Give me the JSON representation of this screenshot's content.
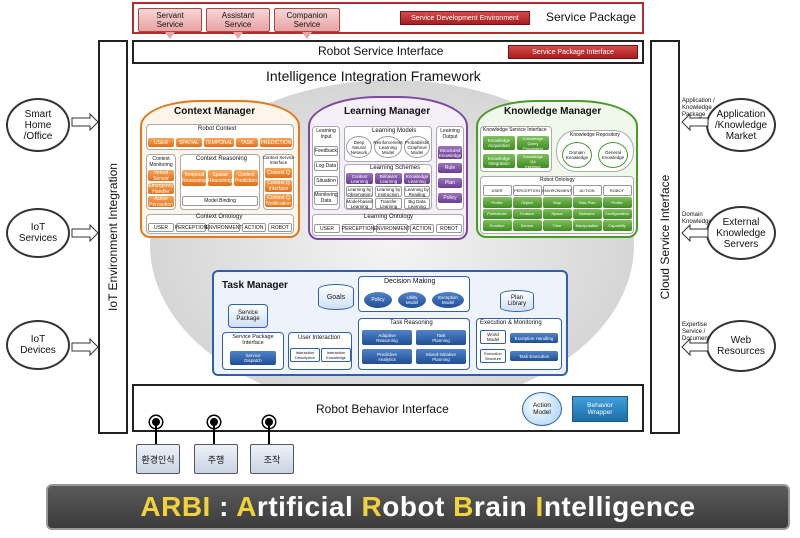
{
  "service_package": {
    "title": "Service Package",
    "buttons": [
      "Servant\nService",
      "Assistant\nService",
      "Companion\nService"
    ],
    "env_label": "Service Development Environment"
  },
  "robot_service_interface": {
    "title": "Robot Service Interface",
    "pkg_interface_label": "Service Package Interface"
  },
  "side_bars": {
    "left": "IoT Environment Integration",
    "right": "Cloud Service Interface"
  },
  "left_clouds": [
    "Smart\nHome\n/Office",
    "IoT\nServices",
    "IoT\nDevices"
  ],
  "right_clouds": [
    {
      "label": "Application\n/Knowledge\nMarket",
      "caption": "Application /\nKnowledge\nPackage"
    },
    {
      "label": "External\nKnowledge\nServers",
      "caption": "Domain\nKnowledge"
    },
    {
      "label": "Web\nResources",
      "caption": "Expertise\nService /\nDocument"
    }
  ],
  "framework_title": "Intelligence Integration Framework",
  "context_manager": {
    "title": "Context Manager",
    "robot_context": "Robot Context",
    "context_tags": [
      "USER",
      "SPATIAL",
      "TEMPORAL",
      "TASK",
      "PREDICTION"
    ],
    "monitoring": "Context\nMonitoring",
    "monitoring_items": [
      "Virtual\nSensor",
      "Emergency\nHandler",
      "Active\nPerception"
    ],
    "reasoning": "Context Reasoning",
    "reasoning_items": [
      "Temporal\nReasoning",
      "Spatial\nReasoning",
      "Context\nPrediction"
    ],
    "model_binding": "Model Binding",
    "service_interface": "Context Service\nInterface",
    "service_items": [
      "Context Q",
      "Context Q\nInterface",
      "Context Q\nNotification"
    ],
    "ontology": "Context Ontology",
    "ontology_items": [
      "USER",
      "PERCEPTION",
      "ENVIRONMENT",
      "ACTION",
      "ROBOT"
    ]
  },
  "learning_manager": {
    "title": "Learning Manager",
    "input": "Learning\nInput",
    "input_items": [
      "Feedback",
      "Log Data",
      "Situation",
      "Monitoring\nData"
    ],
    "models": "Learning Models",
    "model_items": [
      "Deep\nNeural\nNetwork",
      "Reinforcement\nLearning\nModel",
      "Probabilistic\nGraphical\nModel"
    ],
    "schemes": "Learning Schemes",
    "scheme_items": [
      "Context\nLearning",
      "Behavior\nLearning",
      "Knowledge\nLearning",
      "Learning by\nObservation",
      "Learning by\nInstruction",
      "Learning by\nReading",
      "Model-based\nLearning",
      "Transfer\nLearning",
      "Big Data\nLearning"
    ],
    "output": "Learning\nOutput",
    "output_items": [
      "Structured\nKnowledge",
      "Rule",
      "Plan",
      "Policy"
    ],
    "ontology": "Learning Ontology",
    "ontology_items": [
      "USER",
      "PERCEPTION",
      "ENVIRONMENT",
      "ACTION",
      "ROBOT"
    ]
  },
  "knowledge_manager": {
    "title": "Knowledge Manager",
    "service_interface": "Knowledge Service Interface",
    "service_items": [
      "Knowledge\nAcquisition",
      "Knowledge\nQuery\nProcessing",
      "Knowledge\nIntegration",
      "Knowledge\nQA\nInterface"
    ],
    "repository": "Knowledge Repository",
    "repository_items": [
      "Domain\nKnowledge",
      "General\nKnowledge"
    ],
    "ontology": "Robot Ontology",
    "ontology_head": [
      "USER",
      "PERCEPTION",
      "ENVIRONMENT",
      "ACTION",
      "ROBOT"
    ],
    "ontology_cells": [
      "Profile",
      "Object",
      "Map",
      "Task Plan",
      "Profile",
      "Preference",
      "Feature",
      "Space",
      "Behavior",
      "Configuration",
      "Emotion",
      "Sensor",
      "Time",
      "Manipulation",
      "Capability"
    ]
  },
  "task_manager": {
    "title": "Task Manager",
    "goals": "Goals",
    "service_package": "Service\nPackage",
    "decision": "Decision Making",
    "decision_items": [
      "Policy",
      "Utility\nModel",
      "Exception\nModel"
    ],
    "plan_library": "Plan\nLibrary",
    "spi": "Service Package\nInterface",
    "spi_item": "Service\nDispatch",
    "ui": "User Interaction",
    "ui_items": [
      "Interaction\nDescription",
      "Interaction\nKnowledge"
    ],
    "reasoning": "Task Reasoning",
    "reasoning_items": [
      "Adaptive\nReasoning",
      "Task\nPlanning",
      "Predictive\nAnalytics",
      "Mixed-initiative\nPlanning"
    ],
    "exec": "Execution & Monitoring",
    "exec_items": [
      "World\nModel",
      "Exception Handling",
      "Execution\nStructure",
      "Task Execution"
    ]
  },
  "robot_behavior_interface": {
    "title": "Robot Behavior Interface",
    "action_model": "Action\nModel",
    "behavior_wrapper": "Behavior\nWrapper"
  },
  "korean_buttons": [
    "환경인식",
    "주행",
    "조작"
  ],
  "banner": {
    "parts": [
      {
        "text": "ARBI",
        "color": "#f1d23a"
      },
      {
        "text": " : ",
        "color": "#ffffff"
      },
      {
        "text": "A",
        "color": "#f1d23a"
      },
      {
        "text": "rtificial ",
        "color": "#ffffff"
      },
      {
        "text": "R",
        "color": "#f1d23a"
      },
      {
        "text": "obot ",
        "color": "#ffffff"
      },
      {
        "text": "B",
        "color": "#f1d23a"
      },
      {
        "text": "rain ",
        "color": "#ffffff"
      },
      {
        "text": "I",
        "color": "#f1d23a"
      },
      {
        "text": "ntelligence",
        "color": "#ffffff"
      }
    ]
  }
}
